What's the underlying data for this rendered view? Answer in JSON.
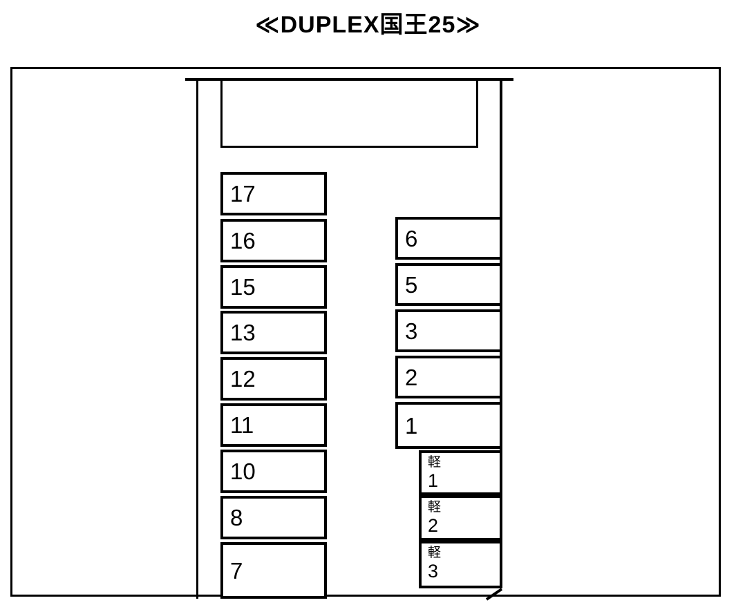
{
  "title": "≪DUPLEX国王25≫",
  "stalls": {
    "left": [
      "17",
      "16",
      "15",
      "13",
      "12",
      "11",
      "10",
      "8",
      "7"
    ],
    "right": [
      "6",
      "5",
      "3",
      "2",
      "1"
    ],
    "kei": [
      {
        "prefix": "軽",
        "number": "1"
      },
      {
        "prefix": "軽",
        "number": "2"
      },
      {
        "prefix": "軽",
        "number": "3"
      }
    ]
  },
  "colors": {
    "line": "#000000",
    "background": "#ffffff"
  }
}
